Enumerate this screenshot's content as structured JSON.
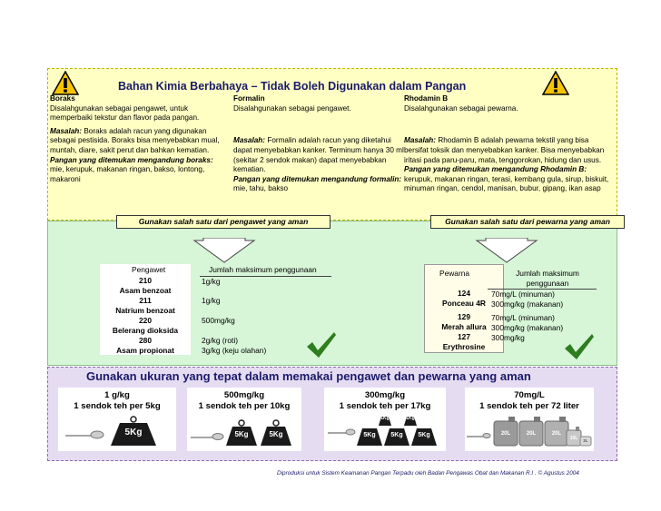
{
  "title": "Bahan Kimia Berbahaya – Tidak Boleh Digunakan dalam Pangan",
  "columns": [
    {
      "name": "Boraks",
      "desc": "Disalahgunakan sebagai pengawet, untuk memperbaiki tekstur dan flavor pada pangan.",
      "masalah_label": "Masalah:",
      "masalah": " Boraks adalah racun yang digunakan sebagai pestisida. Boraks bisa menyebabkan mual, muntah, diare, sakit perut dan bahkan kematian.",
      "pangan_label": "Pangan yang ditemukan mengandung boraks:",
      "pangan": " mie, kerupuk, makanan ringan, bakso, lontong, makaroni"
    },
    {
      "name": "Formalin",
      "desc": "Disalahgunakan sebagai pengawet.",
      "masalah_label": "Masalah:",
      "masalah": " Formalin adalah racun yang diketahui dapat menyebabkan kanker. Terminum hanya 30 ml (sekitar 2 sendok makan) dapat menyebabkan kematian.",
      "pangan_label": "Pangan yang ditemukan mengandung formalin:",
      "pangan": " mie, tahu, bakso"
    },
    {
      "name": "Rhodamin B",
      "desc": "Disalahgunakan sebagai pewarna.",
      "masalah_label": "Masalah:",
      "masalah": " Rhodamin B adalah pewarna tekstil yang bisa bersifat toksik dan menyebabkan kanker. Bisa menyebabkan iritasi pada paru-paru, mata, tenggorokan, hidung dan usus.",
      "pangan_label": "Pangan yang ditemukan mengandung Rhodamin B:",
      "pangan": " kerupuk, makanan ringan, terasi, kembang gula, sirup, biskuit, minuman ringan, cendol, manisan, bubur, gipang, ikan asap"
    }
  ],
  "banner_left": "Gunakan salah satu dari pengawet yang aman",
  "banner_right": "Gunakan salah satu dari pewarna yang aman",
  "pengawet": {
    "col1": "Pengawet",
    "col2": "Jumlah maksimum penggunaan",
    "rows": [
      {
        "name": "210\nAsam benzoat",
        "amount": "1g/kg"
      },
      {
        "name": "211\nNatrium benzoat",
        "amount": "1g/kg"
      },
      {
        "name": "220\nBelerang dioksida",
        "amount": "500mg/kg"
      },
      {
        "name": "280\nAsam propionat",
        "amount": "2g/kg (roti)\n3g/kg (keju olahan)"
      }
    ]
  },
  "pewarna": {
    "col1": "Pewarna",
    "col2": "Jumlah maksimum penggunaan",
    "rows": [
      {
        "name": "124\nPonceau 4R",
        "amount": "70mg/L (minuman)\n300mg/kg (makanan)"
      },
      {
        "name": "129\nMerah allura",
        "amount": "70mg/L (minuman)\n300mg/kg (makanan)"
      },
      {
        "name": "127\nErythrosine",
        "amount": "300mg/kg"
      }
    ]
  },
  "bottom_title": "Gunakan ukuran yang tepat dalam memakai pengawet dan pewarna yang aman",
  "doses": [
    {
      "dose": "1 g/kg",
      "spoon": "1 sendok teh per 5kg",
      "weights": [
        "5Kg"
      ]
    },
    {
      "dose": "500mg/kg",
      "spoon": "1 sendok teh per 10kg",
      "weights": [
        "5Kg",
        "5Kg"
      ]
    },
    {
      "dose": "300mg/kg",
      "spoon": "1 sendok teh per 17kg",
      "weights": [
        "5Kg",
        "5Kg",
        "5Kg"
      ],
      "small_weights": [
        "1Kg",
        "1Kg"
      ]
    },
    {
      "dose": "70mg/L",
      "spoon": "1 sendok teh per 72 liter",
      "weights": [
        "20L",
        "20L",
        "20L",
        "10L",
        "2L"
      ]
    }
  ],
  "credit": "Diproduksi untuk Sistem Keamanan Pangan Terpadu oleh Badan Pengawas Obat dan Makanan R.I .   © Agustus 2004",
  "colors": {
    "yellow_panel": "#ffffc4",
    "green_panel": "#d7f5d7",
    "purple_panel": "#e6dcf2",
    "title": "#1a1a6a",
    "check": "#2e7d1e"
  }
}
